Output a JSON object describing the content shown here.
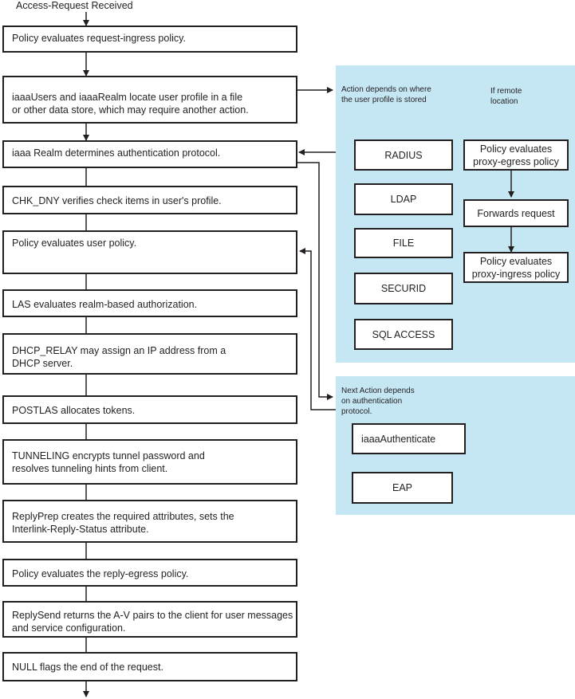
{
  "start_label": "Access-Request Received",
  "steps": [
    "Policy evaluates request-ingress policy.",
    "iaaaUsers and iaaaRealm locate user profile in a file\nor other data store, which may require another action.",
    "iaaa Realm determines authentication protocol.",
    "CHK_DNY verifies check items in user's profile.",
    "Policy evaluates user policy.",
    "LAS evaluates realm-based authorization.",
    "DHCP_RELAY may assign an IP address from a\nDHCP server.",
    "POSTLAS allocates tokens.",
    "TUNNELING encrypts tunnel password and\nresolves tunneling hints from client.",
    "ReplyPrep creates the required attributes, sets the\nInterlink-Reply-Status attribute.",
    "Policy evaluates the reply-egress policy.",
    "ReplySend returns the A-V pairs to the client for user messages\nand service configuration.",
    "NULL flags the end of the request."
  ],
  "store_panel": {
    "note": "Action depends on where\nthe user profile is stored",
    "remote_note": "If remote\nlocation",
    "stores": [
      "RADIUS",
      "LDAP",
      "FILE",
      "SECURID",
      "SQL ACCESS"
    ],
    "remote_flow": [
      "Policy evaluates\nproxy-egress policy",
      "Forwards request",
      "Policy evaluates\nproxy-ingress policy"
    ]
  },
  "auth_panel": {
    "note": "Next Action depends\non authentication\nprotocol.",
    "actions": [
      "iaaaAuthenticate",
      "EAP"
    ]
  }
}
